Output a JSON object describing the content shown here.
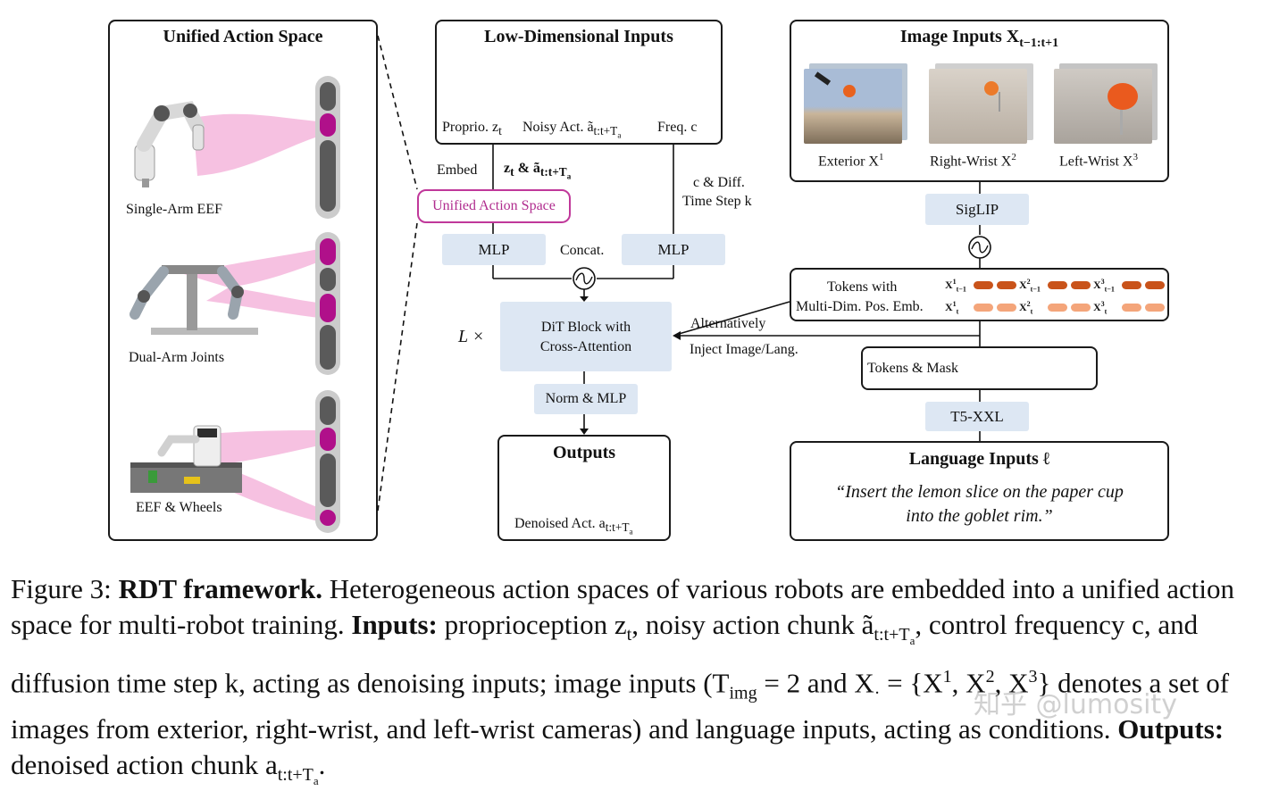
{
  "left_panel": {
    "title": "Unified Action Space",
    "robots": [
      "Single-Arm EEF",
      "Dual-Arm Joints",
      "EEF & Wheels"
    ]
  },
  "low_dim": {
    "title": "Low-Dimensional Inputs",
    "proprio": "Proprio. z",
    "proprio_sub": "t",
    "noisy": "Noisy Act. ã",
    "noisy_sub": "t:t+T",
    "noisy_subsub": "a",
    "freq": "Freq. c"
  },
  "mid": {
    "embed": "Embed",
    "z_and_a": "z",
    "z_sub": "t",
    "amp": " & ã",
    "a_sub": "t:t+T",
    "a_subsub": "a",
    "unified_box": "Unified Action Space",
    "c_diff_line1": "c & Diff.",
    "c_diff_line2": "Time Step k",
    "mlp_left": "MLP",
    "mlp_right": "MLP",
    "concat": "Concat.",
    "dit_line1": "DiT Block with",
    "dit_line2": "Cross-Attention",
    "lx": "L ×",
    "norm_mlp": "Norm & MLP",
    "alt_line1": "Alternatively",
    "alt_line2": "Inject Image/Lang."
  },
  "outputs": {
    "title": "Outputs",
    "label": "Denoised Act. a",
    "sub": "t:t+T",
    "subsub": "a"
  },
  "image_inputs": {
    "title": "Image Inputs X",
    "title_sub": "t−1:t+1",
    "cams": [
      {
        "label": "Exterior X",
        "sup": "1"
      },
      {
        "label": "Right-Wrist X",
        "sup": "2"
      },
      {
        "label": "Left-Wrist X",
        "sup": "3"
      }
    ]
  },
  "siglip": "SigLIP",
  "tokens": {
    "line1": "Tokens with",
    "line2": "Multi-Dim. Pos. Emb.",
    "row1": [
      {
        "b": "X",
        "sup": "1",
        "sub": "t−1"
      },
      {
        "b": "X",
        "sup": "2",
        "sub": "t−1"
      },
      {
        "b": "X",
        "sup": "3",
        "sub": "t−1"
      }
    ],
    "row2": [
      {
        "b": "X",
        "sup": "1",
        "sub": "t"
      },
      {
        "b": "X",
        "sup": "2",
        "sub": "t"
      },
      {
        "b": "X",
        "sup": "3",
        "sub": "t"
      }
    ]
  },
  "tokens_mask": "Tokens & Mask",
  "t5": "T5-XXL",
  "language": {
    "title": "Language Inputs ℓ",
    "line1": "“Insert the lemon slice on the paper cup",
    "line2": "into the goblet rim.”"
  },
  "caption": {
    "fig": "Figure 3: ",
    "bold1": "RDT framework.",
    "text1": " Heterogeneous action spaces of various robots are embedded into a unified action space for multi-robot training. ",
    "bold2": "Inputs:",
    "text2": " proprioception z",
    "text2_sub": "t",
    "text3": ", noisy action chunk ã",
    "text3_sub": "t:t+T",
    "text3_subsub": "a",
    "text4": ", control frequency c, and diffusion time step k, acting as denoising inputs; image inputs (T",
    "text4_sub": "img",
    "text5": " = 2 and X",
    "text5_sub": "·",
    "text6": " = {X",
    "x1": "1",
    "x2": "2",
    "x3": "3",
    "text7": "} denotes a set of images from exterior, right-wrist, and left-wrist cameras) and language inputs, acting as conditions. ",
    "bold3": "Outputs:",
    "text8": " denoised action chunk a",
    "text8_sub": "t:t+T",
    "text8_subsub": "a",
    "text9": "."
  },
  "watermark": "知乎 @lumosity",
  "colors": {
    "magenta": "#b0108a",
    "pink_band": "#f4b6dc",
    "token_dark_orange": "#c9531a",
    "token_light_orange": "#f4a57a",
    "token_green": "#3f8a2e",
    "token_gray_dark": "#5a5a5a",
    "token_gray_light": "#cfcfcf",
    "pill_blue": "#dde7f3"
  }
}
